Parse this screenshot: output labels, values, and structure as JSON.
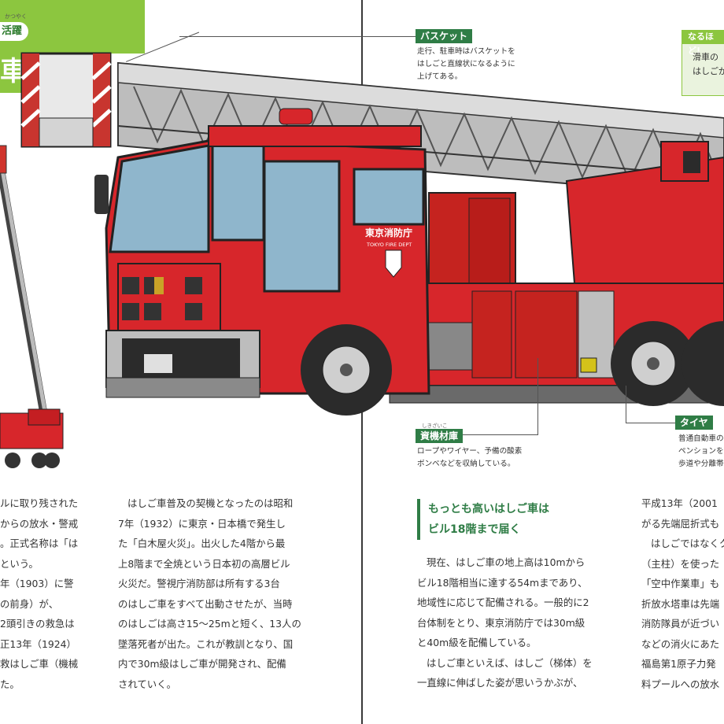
{
  "header": {
    "tab_ruby": "かつやく",
    "tab_text": "活躍",
    "big_char": "車"
  },
  "truck": {
    "door_text_jp": "東京消防庁",
    "door_text_en": "TOKYO FIRE DEPT"
  },
  "callouts": {
    "basket": {
      "label": "バスケット",
      "lines": [
        "走行、駐車時はバスケットを",
        "はしごと直線状になるように",
        "上げてある。"
      ]
    },
    "storage": {
      "label": "資機材庫",
      "ruby": "しきざいこ",
      "lines": [
        "ロープやワイヤー、予備の酸素",
        "ボンベなどを収納している。"
      ]
    },
    "tire": {
      "label": "タイヤ",
      "lines": [
        "普通自動車の",
        "ペンションを",
        "歩道や分離帯"
      ]
    },
    "tip": {
      "label": "なるほど!",
      "lines": [
        "滑車の",
        "はしごが"
      ]
    }
  },
  "article": {
    "col1": [
      "ルに取り残された",
      "からの放水・警戒",
      "。正式名称は「は",
      "という。",
      "年（1903）に警",
      "の前身）が、",
      "2頭引きの救急は",
      "正13年（1924）",
      "救はしご車（機械",
      "た。"
    ],
    "col2": [
      "はしご車普及の契機となったのは昭和",
      "7年（1932）に東京・日本橋で発生し",
      "た「白木屋火災」。出火した4階から最",
      "上8階まで全焼という日本初の高層ビル",
      "火災だ。警視庁消防部は所有する3台",
      "のはしご車をすべて出動させたが、当時",
      "のはしごは高さ15〜25mと短く、13人の",
      "墜落死者が出た。これが教訓となり、国",
      "内で30m級はしご車が開発され、配備",
      "されていく。"
    ],
    "heading": [
      "もっとも高いはしご車は",
      "ビル18階まで届く"
    ],
    "col3": [
      "現在、はしご車の地上高は10mから",
      "ビル18階相当に達する54mまであり、",
      "地域性に応じて配備される。一般的に2",
      "台体制をとり、東京消防庁では30m級",
      "と40m級を配備している。",
      "はしご車といえば、はしご（梯体）を",
      "一直線に伸ばした姿が思いうかぶが、"
    ],
    "col4": [
      "平成13年（2001",
      "がる先端屈折式も",
      "はしごではなくク",
      "（主柱）を使った",
      "「空中作業車」も",
      "折放水塔車は先端",
      "消防隊員が近づい",
      "などの消火にあた",
      "福島第1原子力発",
      "料プールへの放水"
    ]
  }
}
